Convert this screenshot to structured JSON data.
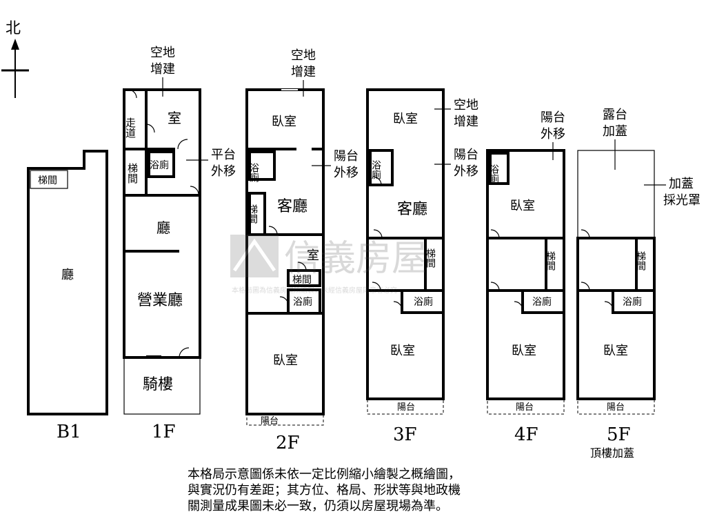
{
  "compass": {
    "north": "北"
  },
  "floors": {
    "b1": {
      "label": "B1",
      "rooms": {
        "stair": "梯間",
        "hall": "廳"
      }
    },
    "f1": {
      "label": "1F",
      "rooms": {
        "room": "室",
        "corridor": "走道",
        "stair": "梯間",
        "bath": "浴廁",
        "hall": "廳",
        "business_hall": "營業廳",
        "arcade": "騎樓"
      },
      "notes": {
        "addition": "空地增建",
        "platform": "平台外移"
      }
    },
    "f2": {
      "label": "2F",
      "rooms": {
        "bedroom_n": "臥室",
        "bath": "浴廁",
        "living": "客廳",
        "stair": "梯間",
        "room": "室",
        "stair2": "梯間",
        "bath2": "浴廁",
        "bedroom_s": "臥室",
        "balcony": "陽台"
      },
      "notes": {
        "addition": "空地增建",
        "balcony_move": "陽台外移"
      }
    },
    "f3": {
      "label": "3F",
      "rooms": {
        "bedroom_n": "臥室",
        "bath": "浴廁",
        "living": "客廳",
        "stair": "梯間",
        "bath2": "浴廁",
        "bedroom_s": "臥室",
        "balcony": "陽台"
      },
      "notes": {
        "addition": "空地增建",
        "balcony_move": "陽台外移"
      }
    },
    "f4": {
      "label": "4F",
      "rooms": {
        "bath": "浴廁",
        "bedroom_n": "臥室",
        "stair": "梯間",
        "bath2": "浴廁",
        "bedroom_s": "臥室",
        "balcony": "陽台"
      },
      "notes": {
        "balcony_move": "陽台外移"
      }
    },
    "f5": {
      "label": "5F",
      "sublabel": "頂樓加蓋",
      "rooms": {
        "stair": "梯間",
        "bath": "浴廁",
        "bedroom_s": "臥室",
        "balcony": "陽台"
      },
      "notes": {
        "terrace": "露台加蓋",
        "skylight": "加蓋採光罩"
      }
    }
  },
  "watermark": {
    "brand": "信義房屋",
    "text": "本格局圖為信義房屋所繪製，未經信義房屋同意者必究"
  },
  "disclaimer": [
    "本格局示意圖係未依一定比例縮小繪製之概繪圖，",
    "與實況仍有差距；其方位、格局、形狀等與地政機",
    "關測量成果圖未必一致，仍須以房屋現場為準。"
  ]
}
